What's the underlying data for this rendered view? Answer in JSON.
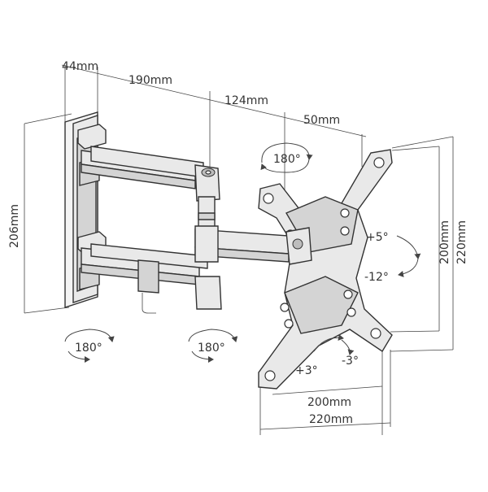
{
  "dimensions": {
    "wall_depth": "44mm",
    "arm1_length": "190mm",
    "arm2_length": "124mm",
    "head_offset": "50mm",
    "wall_plate_height": "206mm",
    "vesa_v_inner": "200mm",
    "vesa_v_outer": "220mm",
    "vesa_h_inner": "200mm",
    "vesa_h_outer": "220mm"
  },
  "rotations": {
    "head_swivel": "180°",
    "wall_swivel": "180°",
    "elbow_swivel": "180°",
    "tilt_up": "+5°",
    "tilt_down": "-12°",
    "level_plus": "+3°",
    "level_minus": "-3°"
  },
  "colors": {
    "line": "#333333",
    "fill": "#e9e9e9",
    "shadow": "#d4d4d4"
  }
}
